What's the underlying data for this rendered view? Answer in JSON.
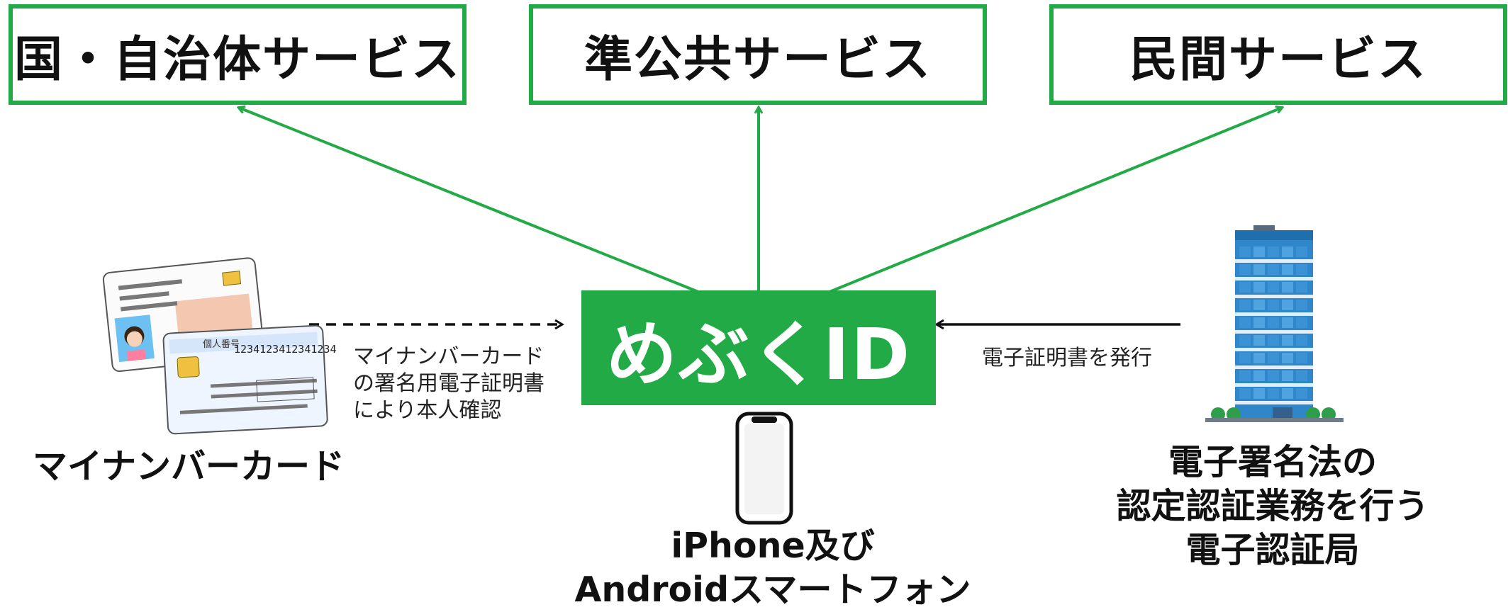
{
  "services": {
    "government": "国・自治体サービス",
    "semi_public": "準公共サービス",
    "private": "民間サービス"
  },
  "hub": {
    "label": "めぶくID"
  },
  "mynumber": {
    "title": "マイナンバーカード",
    "note_lines": [
      "マイナンバーカード",
      "の署名用電子証明書",
      "により本人確認"
    ],
    "card_header": "個人番号",
    "card_number": "1234123412341234"
  },
  "certificate_note": "電子証明書を発行",
  "authority": {
    "lines": [
      "電子署名法の",
      "認定認証業務を行う",
      "電子認証局"
    ]
  },
  "phone": {
    "lines": [
      "iPhone及び",
      "Androidスマートフォン"
    ]
  },
  "colors": {
    "accent_green": "#21aa45",
    "building_blue": "#2f86c9"
  }
}
